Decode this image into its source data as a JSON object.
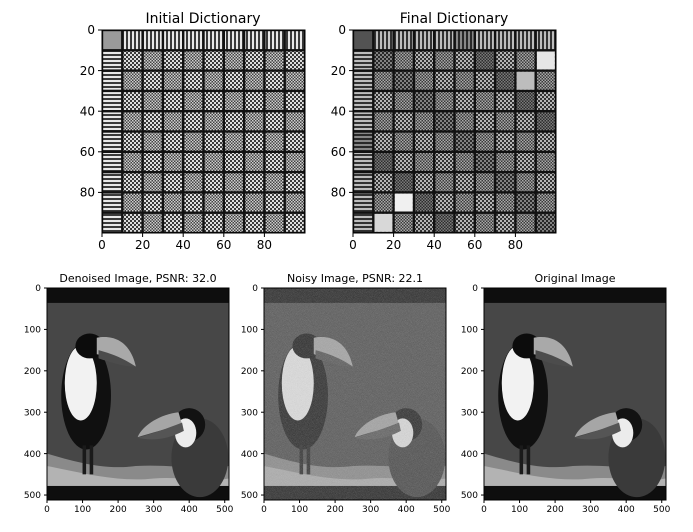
{
  "chart_data": [
    {
      "type": "heatmap",
      "title": "Initial Dictionary",
      "xlabel": "",
      "ylabel": "",
      "xlim": [
        0,
        100
      ],
      "ylim": [
        100,
        0
      ],
      "x_ticks": [
        "0",
        "20",
        "40",
        "60",
        "80"
      ],
      "y_ticks": [
        "0",
        "20",
        "40",
        "60",
        "80"
      ],
      "grid": false,
      "content": "10x10 grid of grayscale DCT basis atom patches"
    },
    {
      "type": "heatmap",
      "title": "Final Dictionary",
      "xlabel": "",
      "ylabel": "",
      "xlim": [
        0,
        100
      ],
      "ylim": [
        100,
        0
      ],
      "x_ticks": [
        "0",
        "20",
        "40",
        "60",
        "80"
      ],
      "y_ticks": [
        "0",
        "20",
        "40",
        "60",
        "80"
      ],
      "grid": false,
      "content": "10x10 grid of learned grayscale dictionary atom patches"
    },
    {
      "type": "heatmap",
      "title": "Denoised Image, PSNR: 32.0",
      "xlabel": "",
      "ylabel": "",
      "xlim": [
        0,
        512
      ],
      "ylim": [
        512,
        0
      ],
      "x_ticks": [
        "0",
        "100",
        "200",
        "300",
        "400",
        "500"
      ],
      "y_ticks": [
        "0",
        "100",
        "200",
        "300",
        "400",
        "500"
      ],
      "grid": false,
      "content": "grayscale photograph of two toucans on a branch"
    },
    {
      "type": "heatmap",
      "title": "Noisy Image, PSNR: 22.1",
      "xlabel": "",
      "ylabel": "",
      "xlim": [
        0,
        512
      ],
      "ylim": [
        512,
        0
      ],
      "x_ticks": [
        "0",
        "100",
        "200",
        "300",
        "400",
        "500"
      ],
      "y_ticks": [
        "0",
        "100",
        "200",
        "300",
        "400",
        "500"
      ],
      "grid": false,
      "content": "grayscale photograph of two toucans on a branch with additive noise"
    },
    {
      "type": "heatmap",
      "title": "Original Image",
      "xlabel": "",
      "ylabel": "",
      "xlim": [
        0,
        512
      ],
      "ylim": [
        512,
        0
      ],
      "x_ticks": [
        "0",
        "100",
        "200",
        "300",
        "400",
        "500"
      ],
      "y_ticks": [
        "0",
        "100",
        "200",
        "300",
        "400",
        "500"
      ],
      "grid": false,
      "content": "grayscale photograph of two toucans on a branch"
    }
  ],
  "colors": {
    "background": "#ffffff",
    "text": "#000000",
    "band": "#0e0e0e",
    "photo_bg": "#4a4a4a",
    "noisy_bg": "#5e5e5e"
  }
}
